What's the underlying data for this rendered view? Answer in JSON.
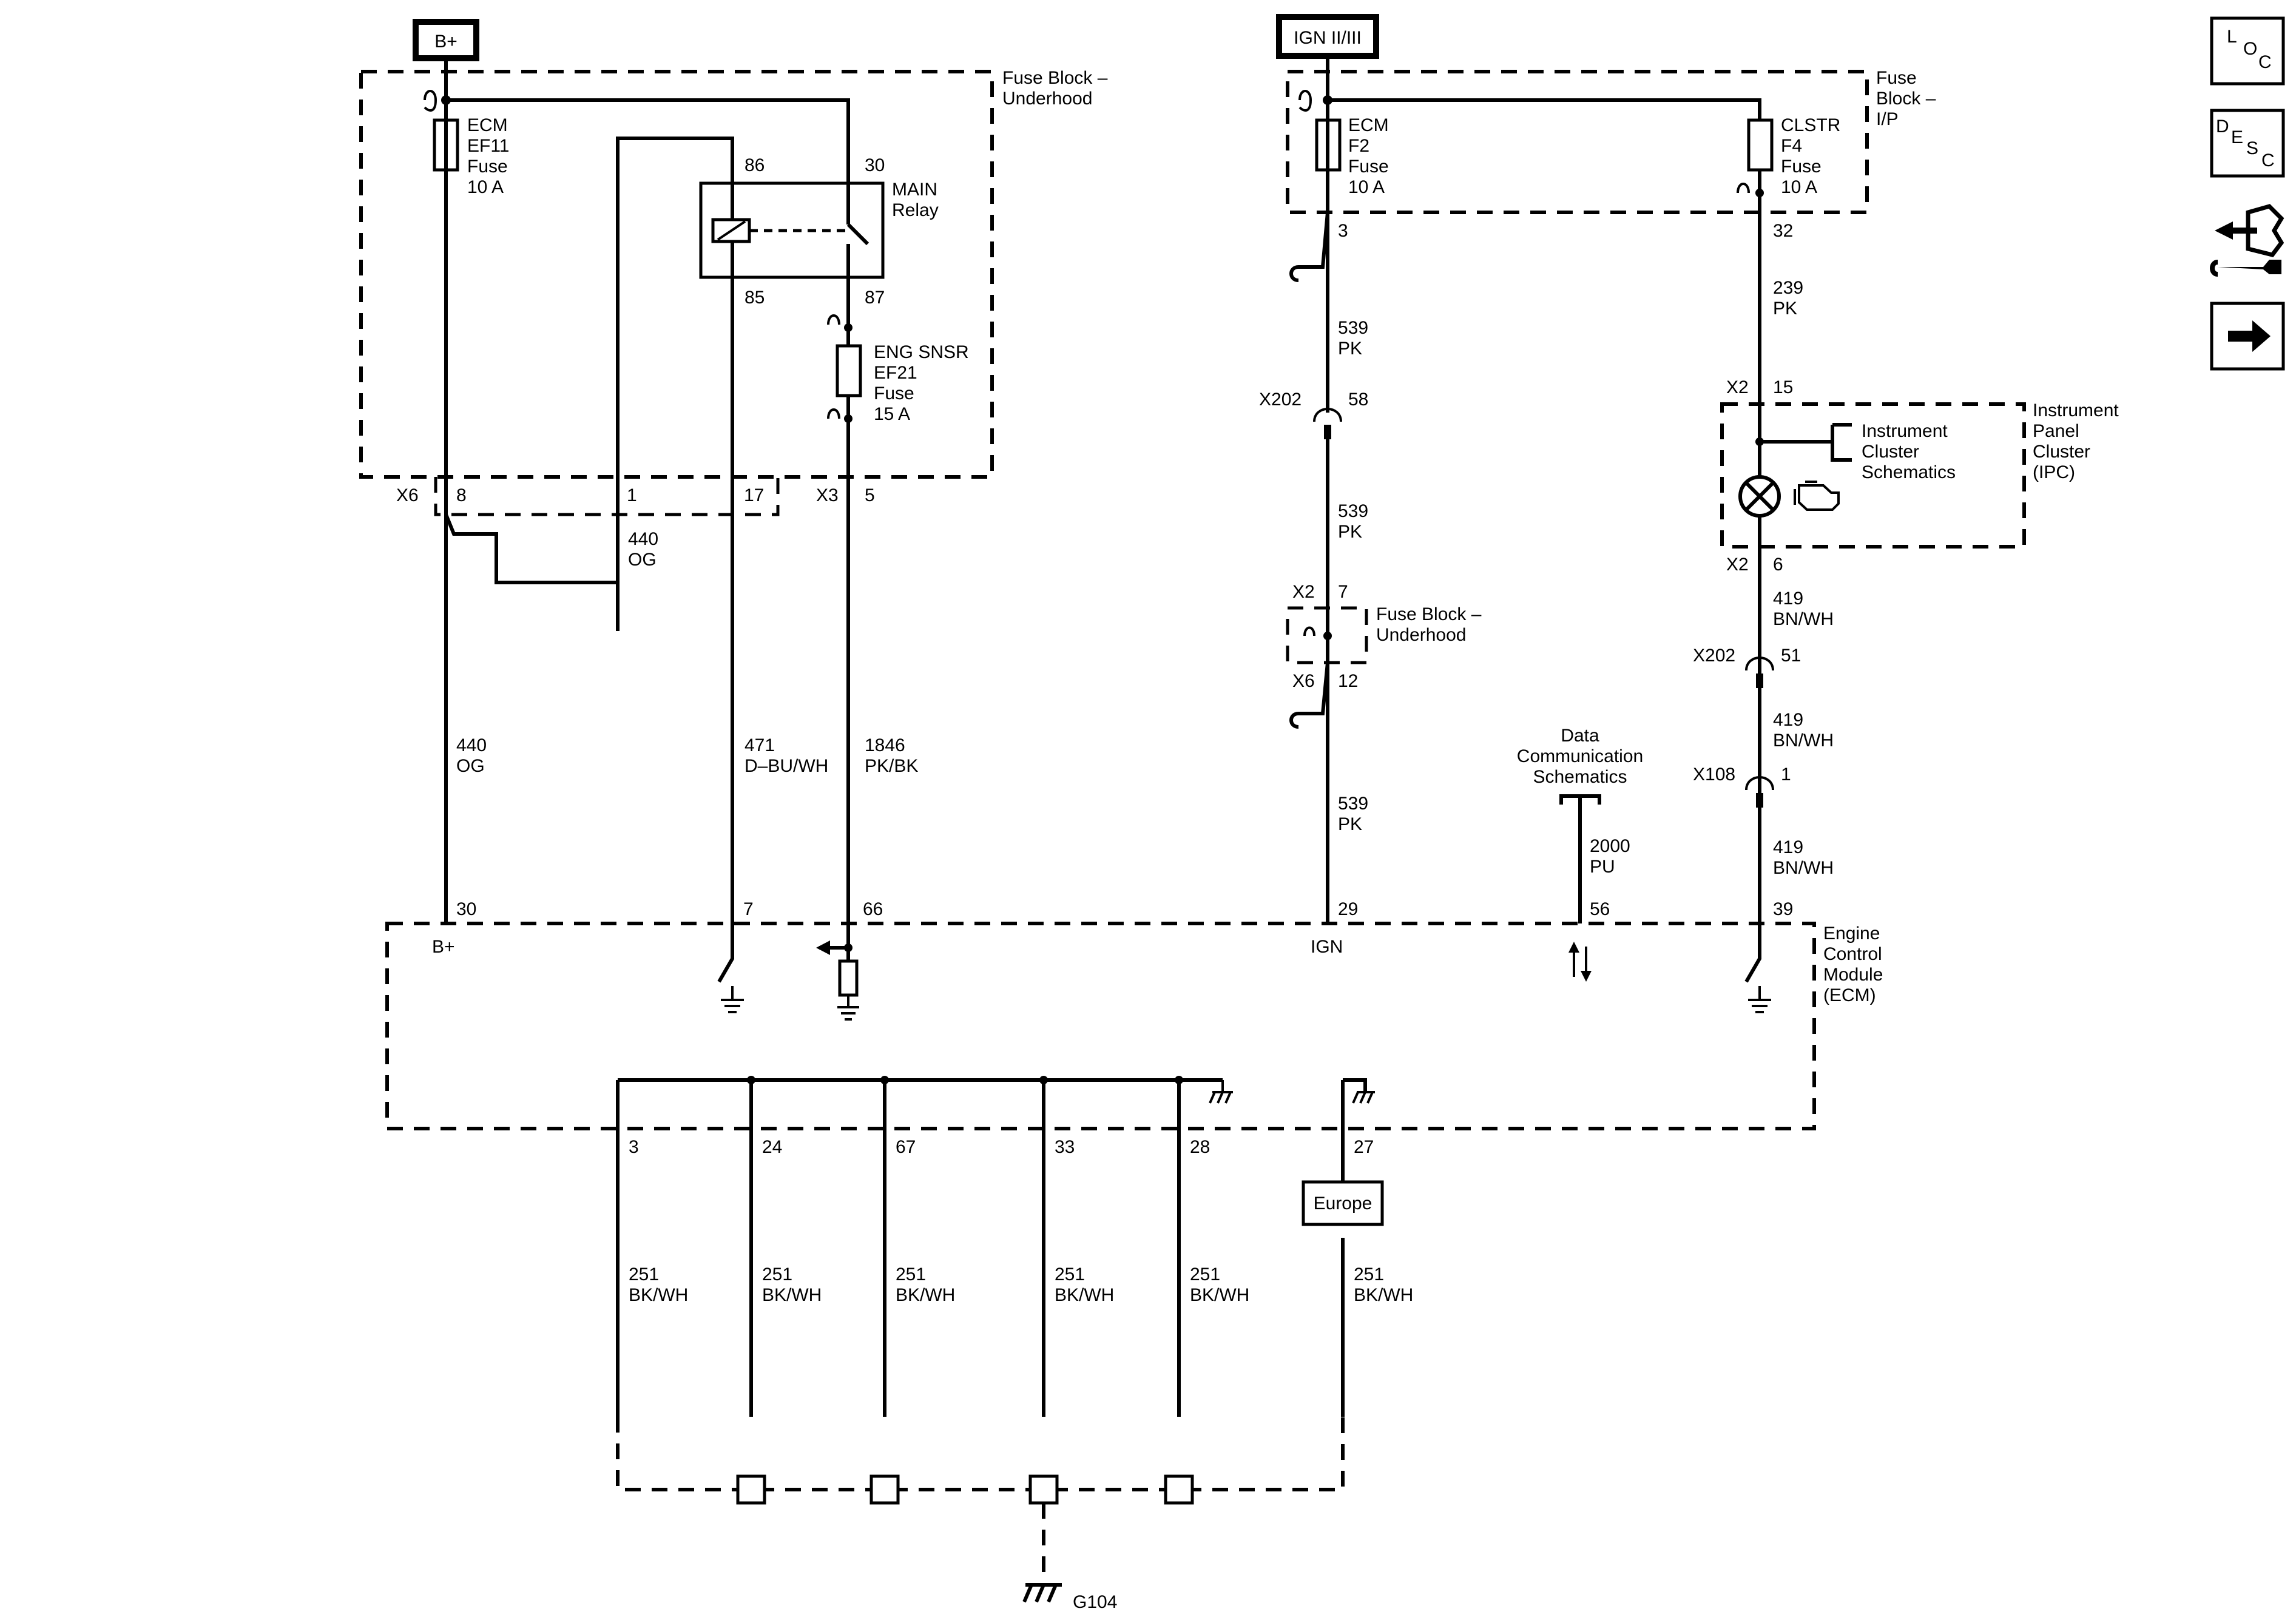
{
  "power": {
    "bplus": "B+",
    "ign": "IGN II/III"
  },
  "fuse_block_underhood": {
    "title_line1": "Fuse Block –",
    "title_line2": "Underhood"
  },
  "fuse_block_ip": {
    "title_line1": "Fuse",
    "title_line2": "Block –",
    "title_line3": "I/P"
  },
  "fuse_ecm_ef11": {
    "l1": "ECM",
    "l2": "EF11",
    "l3": "Fuse",
    "l4": "10 A"
  },
  "fuse_ecm_f2": {
    "l1": "ECM",
    "l2": "F2",
    "l3": "Fuse",
    "l4": "10 A"
  },
  "fuse_clstr_f4": {
    "l1": "CLSTR",
    "l2": "F4",
    "l3": "Fuse",
    "l4": "10 A"
  },
  "fuse_eng_snsr": {
    "l1": "ENG SNSR",
    "l2": "EF21",
    "l3": "Fuse",
    "l4": "15 A"
  },
  "relay": {
    "name1": "MAIN",
    "name2": "Relay",
    "p86": "86",
    "p30": "30",
    "p85": "85",
    "p87": "87"
  },
  "connectors": {
    "x6": "X6",
    "x6_8": "8",
    "x6_1": "1",
    "x6_17": "17",
    "x3": "X3",
    "x3_5": "5",
    "ip_3": "3",
    "ip_32": "32",
    "x202": "X202",
    "x202_58": "58",
    "x2": "X2",
    "x2_7": "7",
    "x6_12": "12",
    "x2b": "X2",
    "x2_15": "15",
    "x2c": "X2",
    "x2_6": "6",
    "x202b": "X202",
    "x202_51": "51",
    "x108": "X108",
    "x108_1": "1"
  },
  "wires": {
    "w440a": "440",
    "w440a_c": "OG",
    "w440b": "440",
    "w440b_c": "OG",
    "w471": "471",
    "w471_c": "D–BU/WH",
    "w1846": "1846",
    "w1846_c": "PK/BK",
    "w539a": "539",
    "w539a_c": "PK",
    "w539b": "539",
    "w539b_c": "PK",
    "w539c": "539",
    "w539c_c": "PK",
    "w239": "239",
    "w239_c": "PK",
    "w419a": "419",
    "w419a_c": "BN/WH",
    "w419b": "419",
    "w419b_c": "BN/WH",
    "w419c": "419",
    "w419c_c": "BN/WH",
    "w2000": "2000",
    "w2000_c": "PU",
    "g1": "251",
    "g1_c": "BK/WH",
    "g2": "251",
    "g2_c": "BK/WH",
    "g3": "251",
    "g3_c": "BK/WH",
    "g4": "251",
    "g4_c": "BK/WH",
    "g5": "251",
    "g5_c": "BK/WH",
    "g6": "251",
    "g6_c": "BK/WH"
  },
  "inline_fuse_block": {
    "l1": "Fuse Block –",
    "l2": "Underhood"
  },
  "ipc": {
    "l1": "Instrument",
    "l2": "Panel",
    "l3": "Cluster",
    "l4": "(IPC)",
    "ref1": "Instrument",
    "ref2": "Cluster",
    "ref3": "Schematics"
  },
  "data_comm": {
    "l1": "Data",
    "l2": "Communication",
    "l3": "Schematics"
  },
  "ecm": {
    "l1": "Engine",
    "l2": "Control",
    "l3": "Module",
    "l4": "(ECM)",
    "p30": "30",
    "p7": "7",
    "p66": "66",
    "p29": "29",
    "p56": "56",
    "p39": "39",
    "bplus": "B+",
    "ign": "IGN",
    "g3": "3",
    "g24": "24",
    "g67": "67",
    "g33": "33",
    "g28": "28",
    "g27": "27"
  },
  "europe": "Europe",
  "ground": "G104",
  "nav": {
    "loc": {
      "a": "L",
      "b": "O",
      "c": "C"
    },
    "desc": {
      "a": "D",
      "b": "E",
      "c": "S",
      "d": "C"
    }
  }
}
